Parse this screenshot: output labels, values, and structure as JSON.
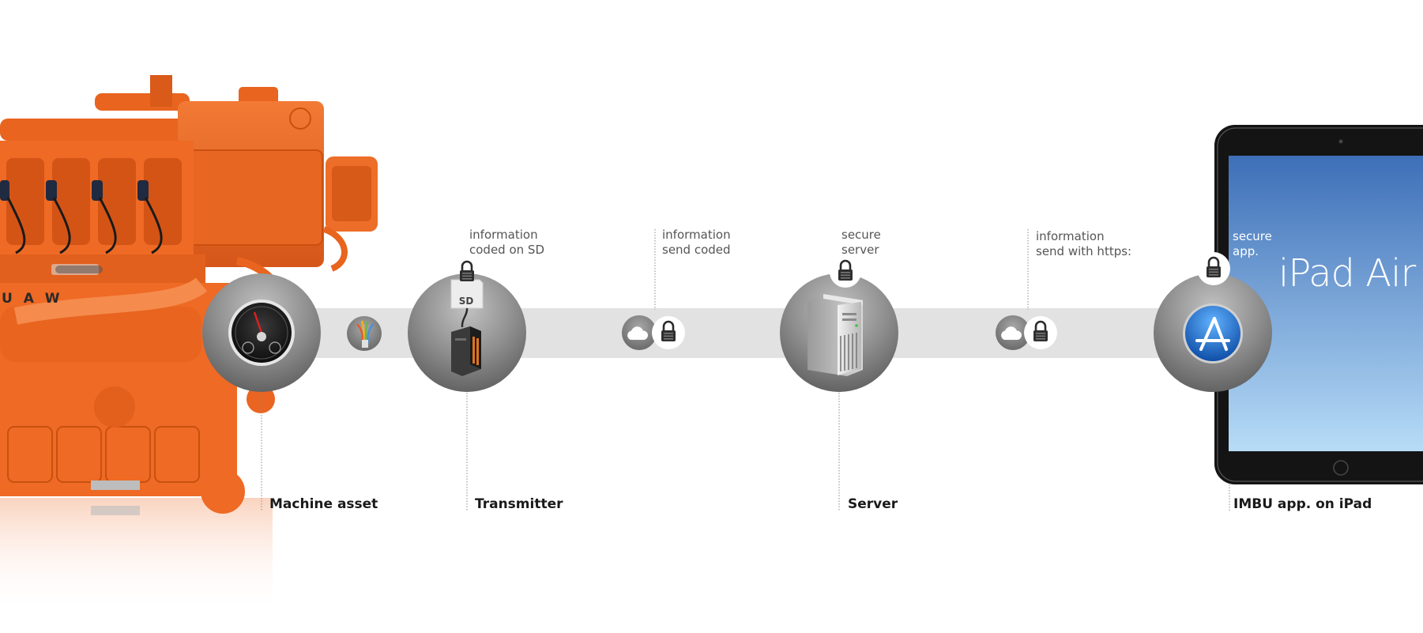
{
  "stages": [
    {
      "id": "machine",
      "label": "Machine  asset"
    },
    {
      "id": "transmitter",
      "label": "Transmitter",
      "chip_text": "SD"
    },
    {
      "id": "server",
      "label": "Server"
    },
    {
      "id": "ipad",
      "label": "IMBU app. on iPad"
    }
  ],
  "captions": {
    "transmitter_line1": "information",
    "transmitter_line2": "coded on SD",
    "link1_line1": "information",
    "link1_line2": "send coded",
    "server_line1": "secure",
    "server_line2": "server",
    "link2_line1": "information",
    "link2_line2": "send with https:",
    "app_line1": "secure",
    "app_line2": "app."
  },
  "engine": {
    "badge_text": "U A W"
  },
  "ipad": {
    "brand": "iPad Air"
  },
  "colors": {
    "engine_orange": "#ee6a25",
    "band_gray": "#e2e2e2",
    "node_gray": "#8e8e8e",
    "ipad_blue_top": "#3d6fb8",
    "ipad_blue_bottom": "#b7dcf7",
    "label_dark": "#1a1a1a"
  }
}
